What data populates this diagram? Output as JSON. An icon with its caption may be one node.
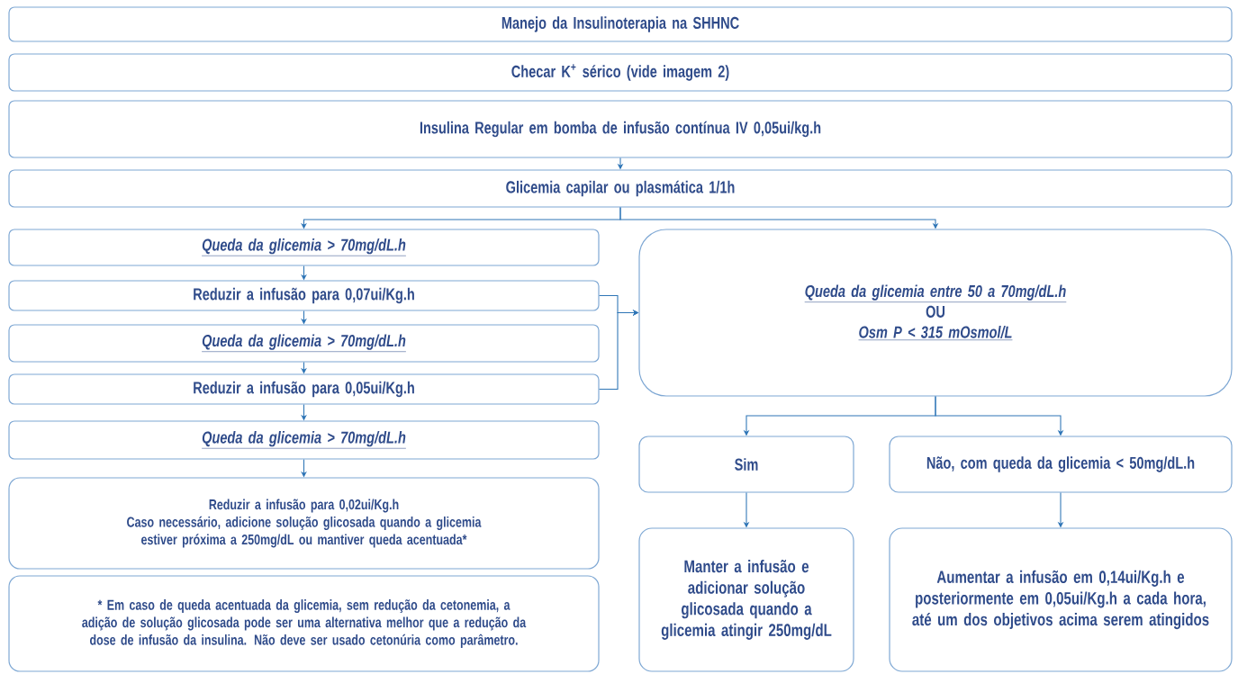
{
  "diagram": {
    "nodes": [
      {
        "text": [
          "Manejo da Insulinoterapia na SHHNC"
        ]
      },
      {
        "text": [
          "Checar K$^{+}$ sérico (vide imagem 2)"
        ]
      },
      {
        "text": [
          "Insulina Regular em bomba de infusão contínua IV 0,05ui/kg.h"
        ]
      },
      {
        "text": [
          "Glicemia capilar ou plasmática 1/1h"
        ]
      },
      {
        "text": [
          "Queda da glicemia > 70mg/dL.h"
        ]
      },
      {
        "text": [
          "Reduzir a infusão para 0,07ui/Kg.h"
        ]
      },
      {
        "text": [
          "Queda da glicemia > 70mg/dL.h"
        ]
      },
      {
        "text": [
          "Reduzir a infusão para 0,05ui/Kg.h"
        ]
      },
      {
        "text": [
          "Queda da glicemia > 70mg/dL.h"
        ]
      },
      {
        "text": [
          "Reduzir a infusão para 0,02ui/Kg.h",
          "Caso necessário, adicione solução glicosada quando a glicemia estiver próxima a 250mg/dL ou mantiver queda acentuada*"
        ]
      },
      {
        "text": [
          "* Em caso de queda acentuada da glicemia, sem redução da cetonemia, a adição de solução glicosada pode ser uma alternativa melhor que a redução da dose de infusão da insulina. Não deve ser usado cetonúria como parâmetro."
        ]
      },
      {
        "text": [
          "Queda da glicemia entre 50 a 70mg/dL.h",
          "OU",
          "Osm P < 315 mOsmol/L"
        ]
      },
      {
        "text": [
          "Sim"
        ]
      },
      {
        "text": [
          "Não, com queda da glicemia < 50mg/dL.h"
        ]
      },
      {
        "text": [
          "Manter a infusão e adicionar solução glicosada quando a glicemia atingir 250mg/dL"
        ]
      },
      {
        "text": [
          "Aumentar a infusão em 0,14ui/Kg.h e posteriormente em 0,05ui/Kg.h a cada hora, até um dos objetivos acima serem atingidos"
        ]
      }
    ],
    "edges": [
      {
        "from": 2,
        "to": 3,
        "arrow": "to"
      },
      {
        "from": 3,
        "to": 4,
        "arrow": "to"
      },
      {
        "from": 3,
        "to": 11,
        "arrow": "to"
      },
      {
        "from": 4,
        "to": 5,
        "arrow": "to"
      },
      {
        "from": 5,
        "to": 6,
        "arrow": "to"
      },
      {
        "from": 6,
        "to": 7,
        "arrow": "to"
      },
      {
        "from": 7,
        "to": 8,
        "arrow": "to"
      },
      {
        "from": 8,
        "to": 9,
        "arrow": "to"
      },
      {
        "from": 5,
        "to": 11,
        "arrow": "to"
      },
      {
        "from": 7,
        "to": 11,
        "arrow": "to"
      },
      {
        "from": 11,
        "to": 12,
        "arrow": "to"
      },
      {
        "from": 11,
        "to": 13,
        "arrow": "to"
      },
      {
        "from": 12,
        "to": 14,
        "arrow": "to"
      },
      {
        "from": 13,
        "to": 15,
        "arrow": "to"
      }
    ]
  }
}
